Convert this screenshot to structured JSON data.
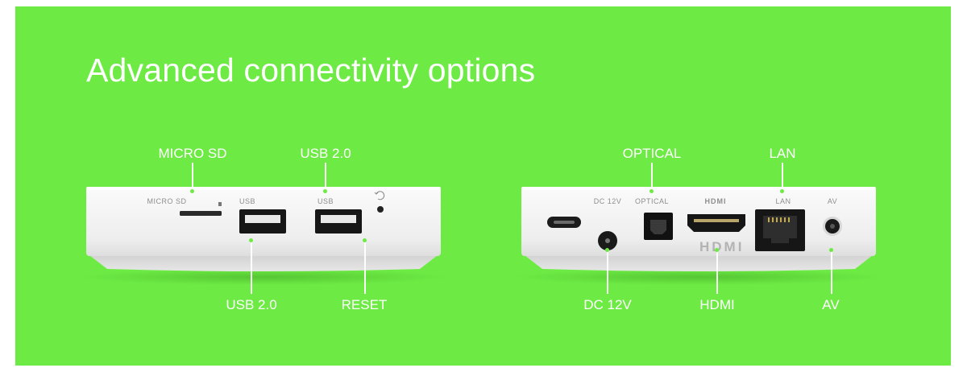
{
  "headline": "Advanced connectivity options",
  "colors": {
    "background": "#6deb44",
    "text": "#ffffff",
    "device": "#f4f4f4"
  },
  "left_device": {
    "engravings": {
      "micro_sd": "MICRO SD",
      "usb_1": "USB",
      "usb_2": "USB"
    },
    "callouts": {
      "micro_sd": "MICRO SD",
      "usb_top": "USB 2.0",
      "usb_bottom": "USB 2.0",
      "reset": "RESET"
    }
  },
  "right_device": {
    "engravings": {
      "dc": "DC 12V",
      "optical": "OPTICAL",
      "hdmi": "HDMI",
      "lan": "LAN",
      "av": "AV"
    },
    "callouts": {
      "optical": "OPTICAL",
      "lan": "LAN",
      "dc": "DC 12V",
      "hdmi": "HDMI",
      "av": "AV"
    }
  }
}
